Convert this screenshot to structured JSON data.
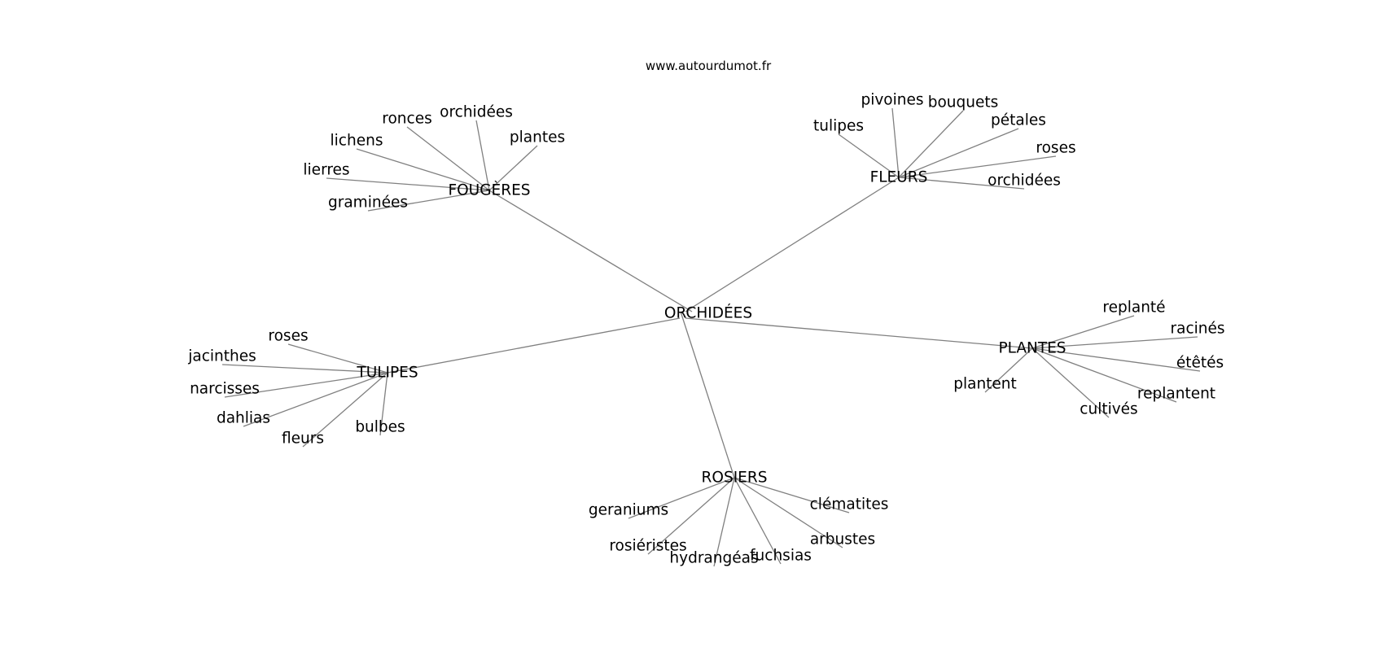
{
  "source": "www.autourdumot.fr",
  "graph": {
    "root": "ORCHIDÉES",
    "clusters": [
      {
        "hub": "FOUGÈRES",
        "leaves": [
          "ronces",
          "orchidées",
          "plantes",
          "lichens",
          "lierres",
          "graminées"
        ]
      },
      {
        "hub": "FLEURS",
        "leaves": [
          "pivoines",
          "bouquets",
          "tulipes",
          "pétales",
          "roses",
          "orchidées"
        ]
      },
      {
        "hub": "TULIPES",
        "leaves": [
          "roses",
          "jacinthes",
          "narcisses",
          "dahlias",
          "fleurs",
          "bulbes"
        ]
      },
      {
        "hub": "PLANTES",
        "leaves": [
          "replanté",
          "racinés",
          "étêtés",
          "plantent",
          "replantent",
          "cultivés"
        ]
      },
      {
        "hub": "ROSIERS",
        "leaves": [
          "geraniums",
          "clématites",
          "rosiéristes",
          "arbustes",
          "hydrangéas",
          "fuchsias"
        ]
      }
    ]
  }
}
